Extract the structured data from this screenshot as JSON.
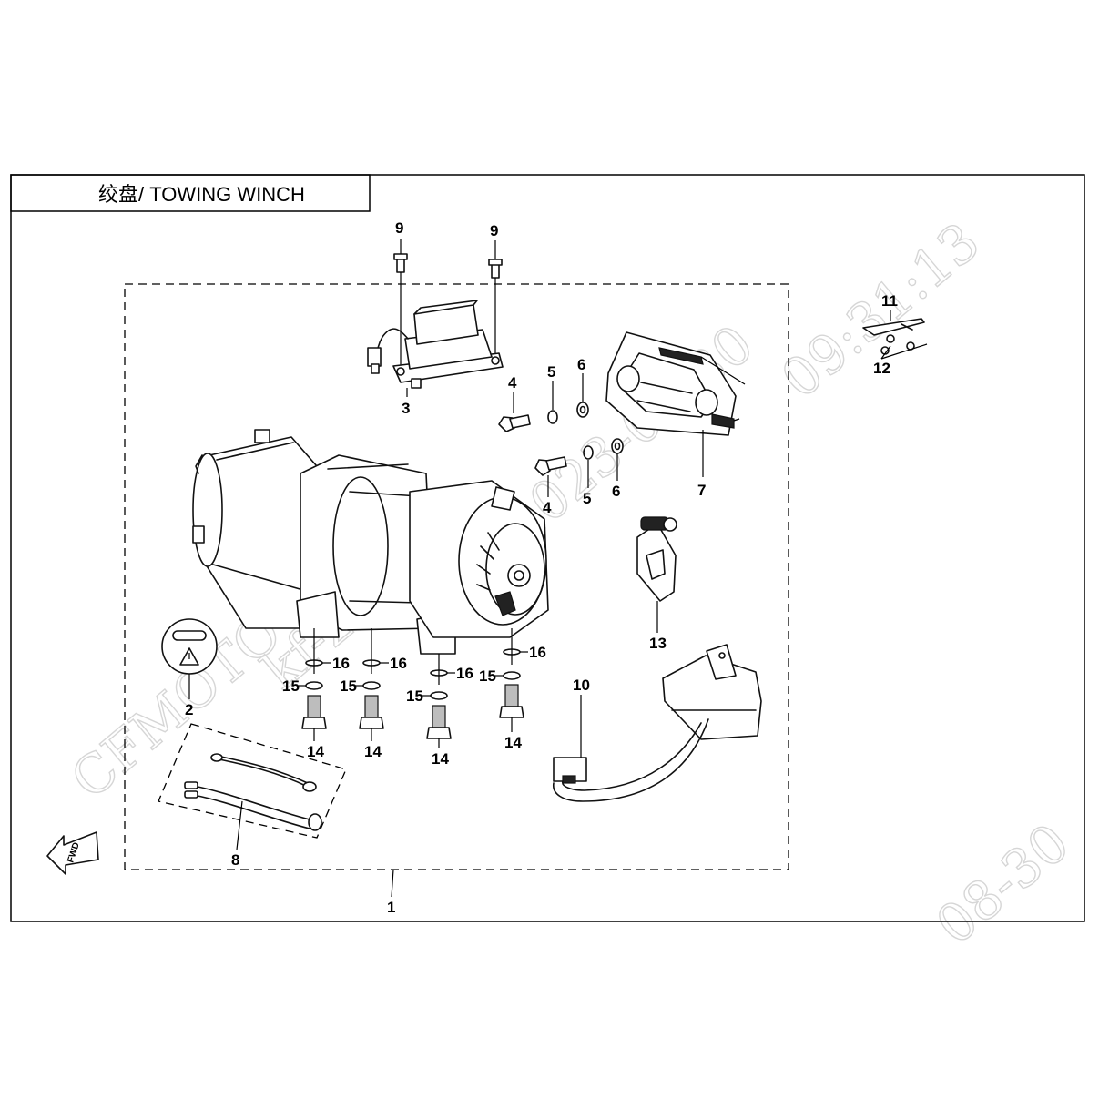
{
  "title": "绞盘/ TOWING WINCH",
  "fwd_label": "FWD",
  "watermarks": [
    "CFMOTO",
    "kf-zl",
    "2023-08-30",
    "09:31:13",
    "08-30"
  ],
  "callouts": [
    "1",
    "2",
    "3",
    "4",
    "4",
    "5",
    "5",
    "6",
    "6",
    "7",
    "8",
    "9",
    "9",
    "10",
    "11",
    "12",
    "13",
    "14",
    "14",
    "14",
    "14",
    "15",
    "15",
    "15",
    "15",
    "16",
    "16",
    "16",
    "16"
  ]
}
